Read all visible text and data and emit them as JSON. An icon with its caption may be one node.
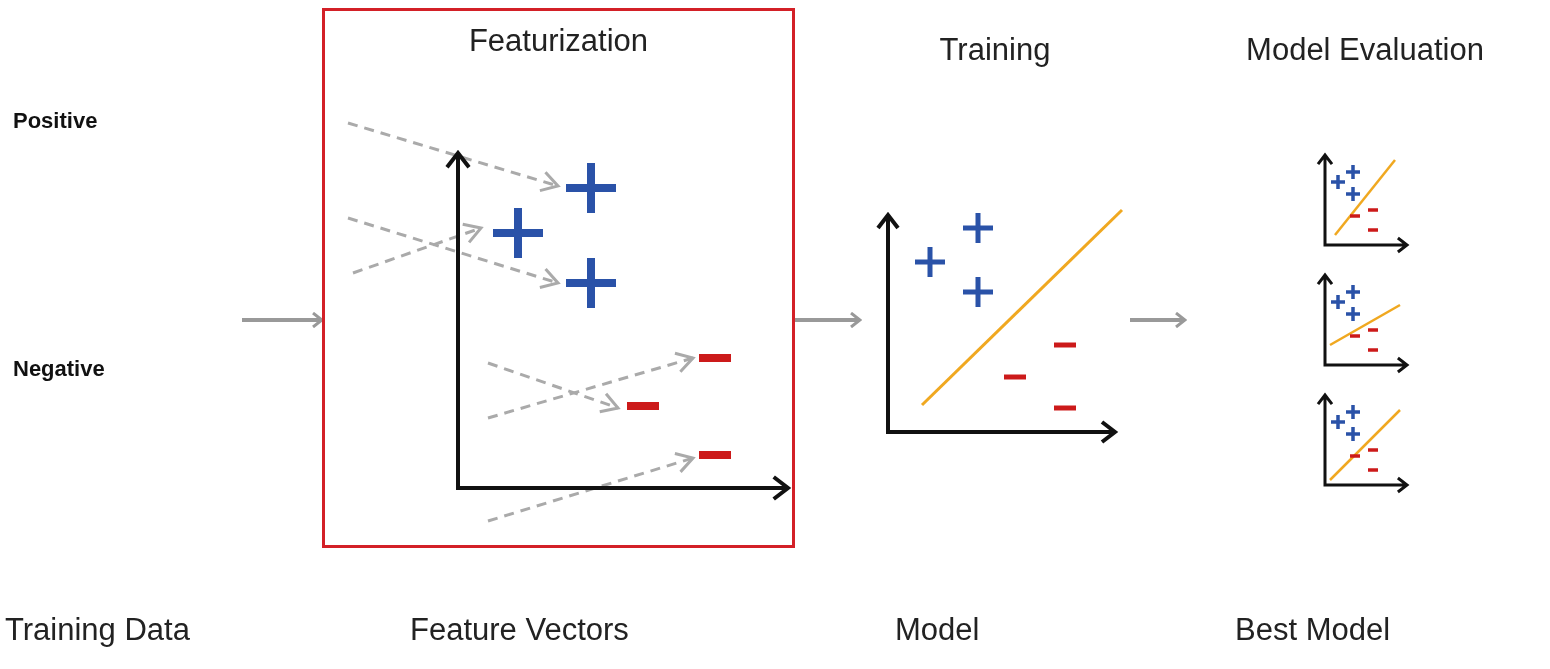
{
  "diagram": {
    "nodes": [
      {
        "text": [
          "Positive",
          "Negative"
        ]
      },
      {
        "text": [
          "Featurization"
        ]
      },
      {
        "text": [
          "Training"
        ]
      },
      {
        "text": [
          "Model Evaluation"
        ]
      }
    ],
    "labels": [
      "Training Data",
      "Feature Vectors",
      "Model",
      "Best Model"
    ],
    "edges": [
      {
        "from": null,
        "to": 1,
        "arrow": "to"
      },
      {
        "from": 1,
        "to": 2,
        "arrow": "to"
      },
      {
        "from": 2,
        "to": 3,
        "arrow": "to"
      }
    ]
  }
}
